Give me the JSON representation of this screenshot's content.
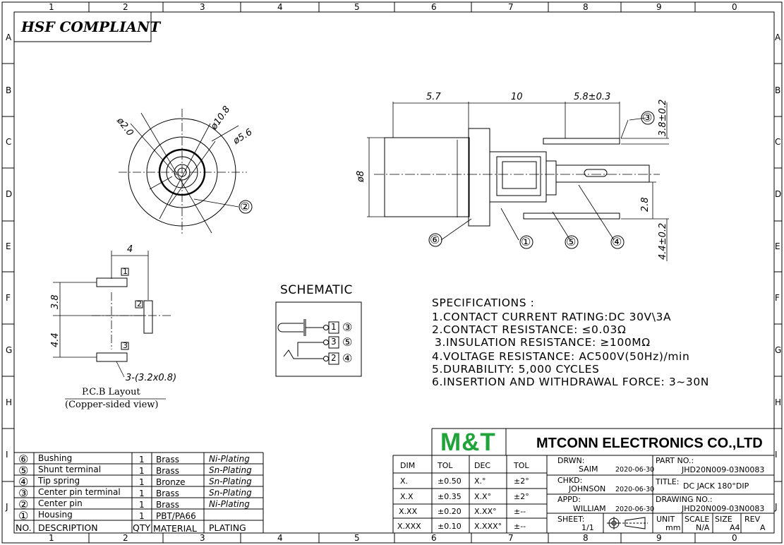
{
  "header": {
    "compliance": "HSF COMPLIANT"
  },
  "grid": {
    "columns": [
      "1",
      "2",
      "3",
      "4",
      "5",
      "6",
      "7",
      "8",
      "9",
      "0"
    ],
    "rows": [
      "A",
      "B",
      "C",
      "D",
      "E",
      "F",
      "G",
      "H",
      "I",
      "J"
    ]
  },
  "front_view": {
    "dims": {
      "d2": "ø2.0",
      "d10_8": "ø10.8",
      "d5_6": "ø5.6"
    },
    "callout": "②"
  },
  "side_view": {
    "dims": {
      "len1": "5.7",
      "len2": "10",
      "len3": "5.8±0.3",
      "dia": "ø8",
      "h1": "3.8±0.2",
      "h2": "2.8",
      "h3": "4.4±0.2"
    },
    "callouts": [
      "③",
      "⑥",
      "①",
      "⑤",
      "④"
    ]
  },
  "pcb_layout": {
    "dims": {
      "width": "4",
      "upper": "3.8",
      "lower": "4.4",
      "holes": "3-(3.2x0.8)"
    },
    "pins": [
      "1",
      "2",
      "3"
    ],
    "title": "P.C.B Layout",
    "subtitle": "(Copper-sided view)"
  },
  "schematic": {
    "title": "SCHEMATIC",
    "rows": [
      {
        "pin": "1",
        "part": "③"
      },
      {
        "pin": "3",
        "part": "⑤"
      },
      {
        "pin": "2",
        "part": "④"
      }
    ]
  },
  "specifications": {
    "title": "SPECIFICATIONS :",
    "items": [
      "1.CONTACT  CURRENT  RATING:DC  30V\\3A",
      "2.CONTACT  RESISTANCE:  ≤0.03Ω",
      "3.INSULATION  RESISTANCE:  ≥100MΩ",
      "4.VOLTAGE  RESISTANCE:  AC500V(50Hz)/min",
      "5.DURABILITY:  5,000  CYCLES",
      "6.INSERTION  AND  WITHDRAWAL  FORCE:  3~30N"
    ]
  },
  "bom": {
    "headers": {
      "no": "NO.",
      "description": "DESCRIPTION",
      "qty": "QTY",
      "material": "MATERIAL",
      "plating": "PLATING"
    },
    "rows": [
      {
        "no": "⑥",
        "description": "Bushing",
        "qty": "1",
        "material": "Brass",
        "plating": "Ni-Plating"
      },
      {
        "no": "⑤",
        "description": "Shunt terminal",
        "qty": "1",
        "material": "Brass",
        "plating": "Sn-Plating"
      },
      {
        "no": "④",
        "description": "Tip spring",
        "qty": "1",
        "material": "Bronze",
        "plating": "Sn-Plating"
      },
      {
        "no": "③",
        "description": "Center pin terminal",
        "qty": "1",
        "material": "Brass",
        "plating": "Sn-Plating"
      },
      {
        "no": "②",
        "description": "Center pin",
        "qty": "1",
        "material": "Brass",
        "plating": "Ni-Plating"
      },
      {
        "no": "①",
        "description": "Housing",
        "qty": "1",
        "material": "PBT/PA66",
        "plating": ""
      }
    ]
  },
  "title_block": {
    "logo": "M&T",
    "company": "MTCONN ELECTRONICS CO.,LTD",
    "tol_headers": [
      "DIM",
      "TOL",
      "DEC",
      "TOL"
    ],
    "tol_rows": [
      [
        "X.",
        "±0.50",
        "X.°",
        "±2°"
      ],
      [
        "X.X",
        "±0.35",
        "X.X°",
        "±2°"
      ],
      [
        "X.XX",
        "±0.20",
        "X.XX°",
        "±--"
      ],
      [
        "X.XXX",
        "±0.10",
        "X.XXX°",
        "±--"
      ]
    ],
    "drwn_label": "DRWN:",
    "drwn_name": "SAIM",
    "drwn_date": "2020-06-30",
    "chkd_label": "CHKD:",
    "chkd_name": "JOHNSON",
    "chkd_date": "2020-06-30",
    "appd_label": "APPD:",
    "appd_name": "WILLIAM",
    "appd_date": "2020-06-30",
    "sheet_label": "SHEET:",
    "sheet_value": "1/1",
    "part_label": "PART  NO.:",
    "part_value": "JHD20N009-03N0083",
    "title_label": "TITLE:",
    "title_value": "DC  JACK  180°DIP",
    "drawing_label": "DRAWING  NO.:",
    "drawing_value": "JHD20N009-03N0083",
    "unit_label": "UNIT",
    "unit_value": "mm",
    "scale_label": "SCALE",
    "scale_value": "N/A",
    "size_label": "SIZE",
    "size_value": "A4",
    "rev_label": "REV",
    "rev_value": "A"
  },
  "colors": {
    "logo": "#1fa33a",
    "ink": "#000000"
  }
}
